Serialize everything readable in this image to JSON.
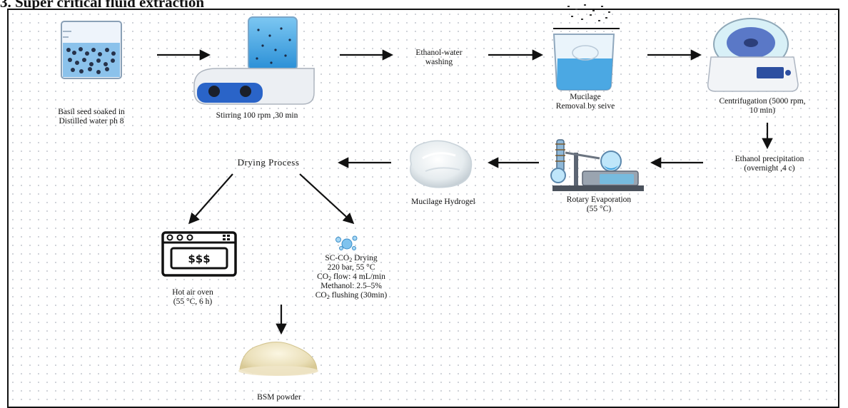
{
  "header": {
    "title": "3. Super critical fluid extraction"
  },
  "steps": {
    "soak": {
      "line1": "Basil seed soaked in",
      "line2": "Distilled water ph 8"
    },
    "stir": {
      "label": "Stirring 100 rpm ,30 min"
    },
    "wash": {
      "line1": "Ethanol-water",
      "line2": "washing"
    },
    "sieve": {
      "line1": "Mucilage",
      "line2": "Removal by seive"
    },
    "centrifuge": {
      "line1": "Centrifugation (5000 rpm,",
      "line2": "10 min)"
    },
    "precipitation": {
      "line1": "Ethanol precipitation",
      "line2": "(overnight ,4 c)"
    },
    "rotary": {
      "line1": "Rotary Evaporation",
      "line2": "(55 °C)"
    },
    "hydrogel": {
      "label": "Mucilage Hydrogel"
    },
    "drying": {
      "label": "Drying Process"
    },
    "oven": {
      "line1": "Hot air oven",
      "line2": "(55 °C, 6 h)",
      "display": "$$$"
    },
    "scco2": {
      "line1_pre": "SC-CO",
      "line1_sub": "2",
      "line1_post": " Drying",
      "line2": "220 bar, 55 °C",
      "line3_pre": "CO",
      "line3_sub": "2",
      "line3_post": " flow: 4 mL/min",
      "line4": "Methanol: 2.5–5%",
      "line5_pre": "CO",
      "line5_sub": "2",
      "line5_post": " flushing (30min)"
    },
    "powder": {
      "label": "BSM powder"
    }
  },
  "icons": [
    "beaker-with-seeds-icon",
    "magnetic-stirrer-icon",
    "sieve-beaker-icon",
    "centrifuge-icon",
    "rotary-evaporator-icon",
    "hydrogel-icon",
    "oven-icon",
    "co2-bubbles-icon",
    "powder-pile-icon"
  ],
  "colors": {
    "water": "#3aa0e0",
    "stirrer_base": "#e8eaee",
    "knob": "#2a64c8",
    "arrow": "#111111"
  }
}
